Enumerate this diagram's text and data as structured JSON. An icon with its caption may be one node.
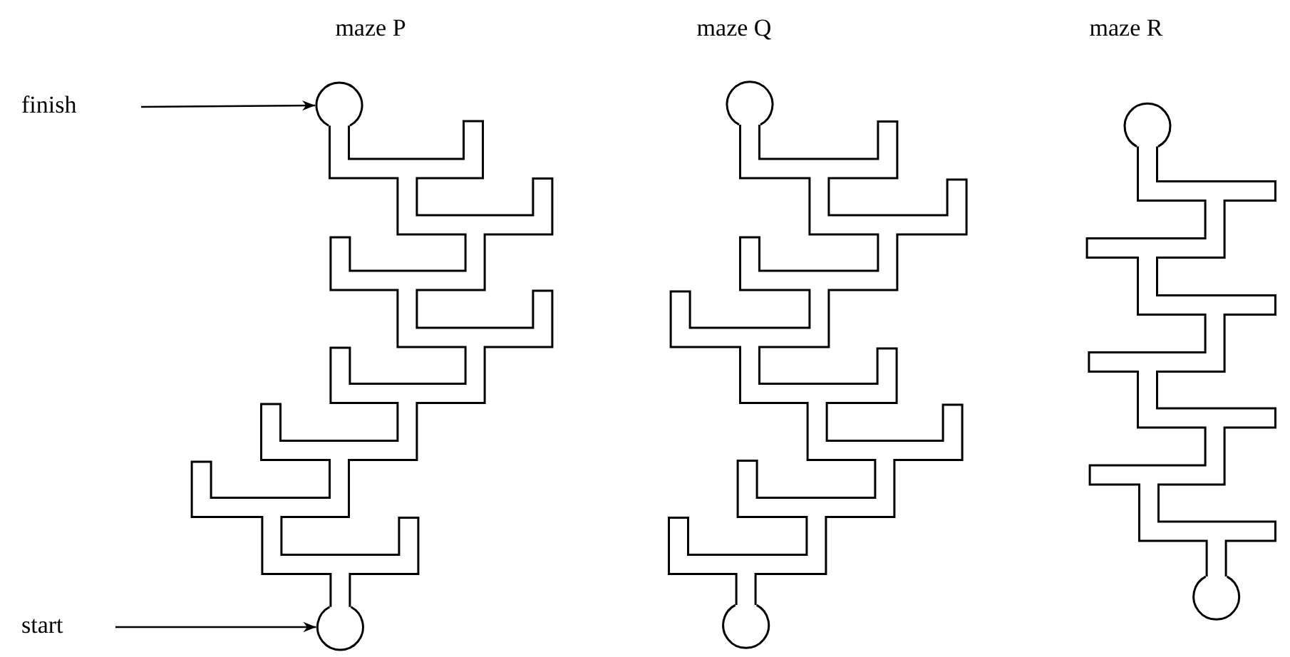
{
  "diagram": {
    "nodes": [
      {
        "text": [
          "finish"
        ]
      },
      {
        "text": [],
        "shape": "circle"
      },
      {
        "text": [
          "start"
        ]
      },
      {
        "text": [],
        "shape": "circle"
      }
    ],
    "edges": [
      {
        "from": 0,
        "to": 1,
        "arrow": "to"
      },
      {
        "from": 2,
        "to": 3,
        "arrow": "to"
      }
    ],
    "labels": [
      "maze P",
      "maze Q",
      "maze R"
    ]
  }
}
